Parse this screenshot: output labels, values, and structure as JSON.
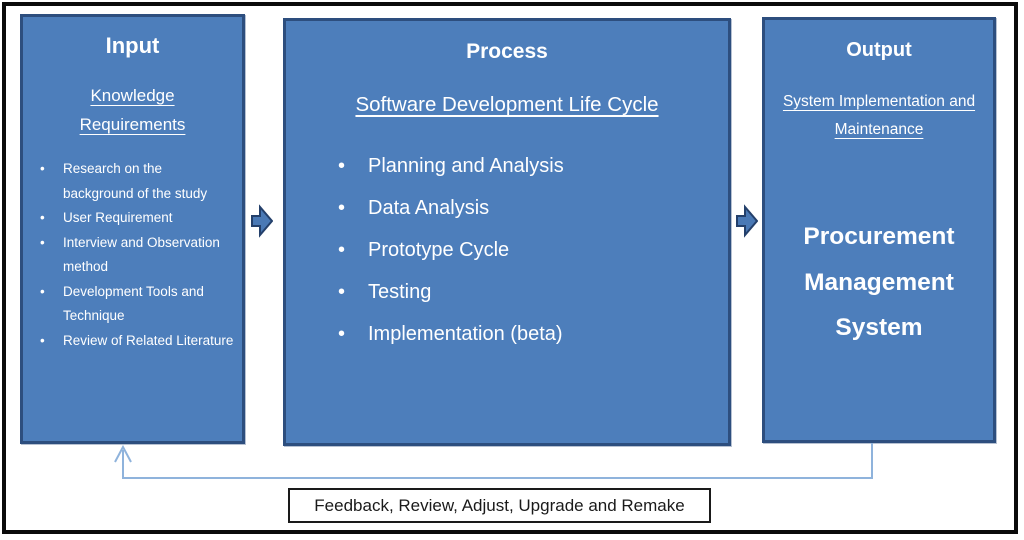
{
  "input": {
    "title": "Input",
    "subtitle": "Knowledge Requirements",
    "items": [
      "Research on the background of the study",
      "User Requirement",
      "Interview and Observation method",
      "Development Tools and Technique",
      "Review of Related Literature"
    ]
  },
  "process": {
    "title": "Process",
    "subtitle": "Software Development Life Cycle",
    "items": [
      "Planning and Analysis",
      "Data Analysis",
      "Prototype Cycle",
      "Testing",
      "Implementation (beta)"
    ]
  },
  "output": {
    "title": "Output",
    "subtitle": "System Implementation and Maintenance",
    "result": "Procurement Management System"
  },
  "feedback": {
    "label": "Feedback, Review, Adjust, Upgrade and Remake"
  },
  "colors": {
    "box_fill": "#4d7ebb",
    "box_border": "#2d4e7e",
    "connector_line": "#8fb3dc",
    "frame_border": "#0a0a0a",
    "box_text": "#ffffff",
    "label_text": "#1a1a1a"
  }
}
